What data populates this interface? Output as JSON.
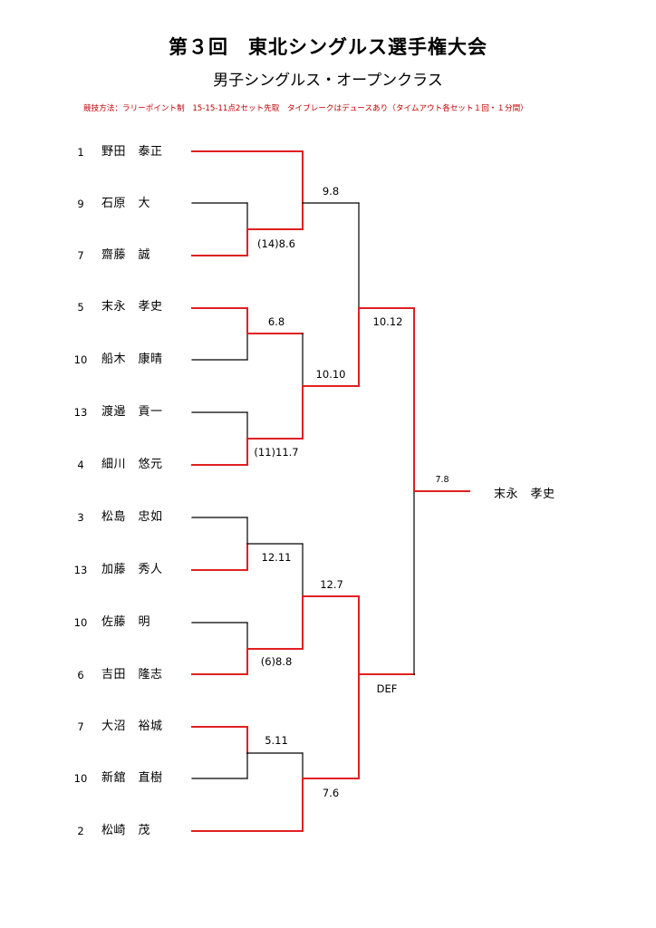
{
  "header": {
    "title": "第３回　東北シングルス選手権大会",
    "subtitle": "男子シングルス・オープンクラス",
    "rules": "競技方法：ラリーポイント制　15-15-11点2セット先取　タイブレークはデュースあり（タイムアウト各セット１回・１分間）"
  },
  "players": [
    {
      "seed": "1",
      "name": "野田　泰正"
    },
    {
      "seed": "9",
      "name": "石原　大"
    },
    {
      "seed": "7",
      "name": "齋藤　誠"
    },
    {
      "seed": "5",
      "name": "末永　孝史"
    },
    {
      "seed": "10",
      "name": "船木　康晴"
    },
    {
      "seed": "13",
      "name": "渡邉　貢一"
    },
    {
      "seed": "4",
      "name": "細川　悠元"
    },
    {
      "seed": "3",
      "name": "松島　忠如"
    },
    {
      "seed": "13",
      "name": "加藤　秀人"
    },
    {
      "seed": "10",
      "name": "佐藤　明"
    },
    {
      "seed": "6",
      "name": "吉田　隆志"
    },
    {
      "seed": "7",
      "name": "大沼　裕城"
    },
    {
      "seed": "10",
      "name": "新舘　直樹"
    },
    {
      "seed": "2",
      "name": "松崎　茂"
    }
  ],
  "scores": {
    "r1_a": "(14)8.6",
    "r2_a": "9.8",
    "r1_b": "6.8",
    "r1_c": "(11)11.7",
    "r2_b": "10.10",
    "r3_a": "10.12",
    "r1_d": "12.11",
    "r1_e": "(6)8.8",
    "r2_c": "12.7",
    "r1_f": "5.11",
    "r2_d": "7.6",
    "r3_b": "DEF",
    "final": "7.8"
  },
  "champion": "末永　孝史",
  "colors": {
    "winner_line": "#e02020",
    "loser_line": "#000000",
    "rules_text": "#c00000"
  }
}
